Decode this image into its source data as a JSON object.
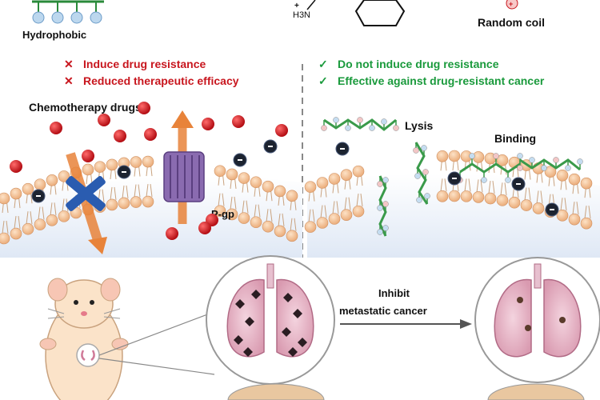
{
  "top": {
    "hydrophobic_label": "Hydrophobic",
    "charge_label": "+",
    "amine_label": "H3N",
    "random_coil_label": "Random coil",
    "random_coil_charge": "+"
  },
  "left_panel": {
    "cons": [
      {
        "mark": "✕",
        "text": "Induce drug resistance"
      },
      {
        "mark": "✕",
        "text": "Reduced therapeutic efficacy"
      }
    ],
    "drugs_label": "Chemotherapy drugs",
    "pgp_label": "P-gp"
  },
  "right_panel": {
    "pros": [
      {
        "mark": "✓",
        "text": "Do not induce drug resistance"
      },
      {
        "mark": "✓",
        "text": "Effective against drug-resistant cancer"
      }
    ],
    "lysis_label": "Lysis",
    "binding_label": "Binding"
  },
  "bottom": {
    "inhibit_label_1": "Inhibit",
    "inhibit_label_2": "metastatic cancer"
  },
  "colors": {
    "cons": "#c8161e",
    "pros": "#1a9a3c",
    "lipid_head": "#f2b98a",
    "pgp": "#8a6bb0",
    "arrow": "#e8833a",
    "cross": "#2a5cb0",
    "lung": "#e9b8c8"
  }
}
